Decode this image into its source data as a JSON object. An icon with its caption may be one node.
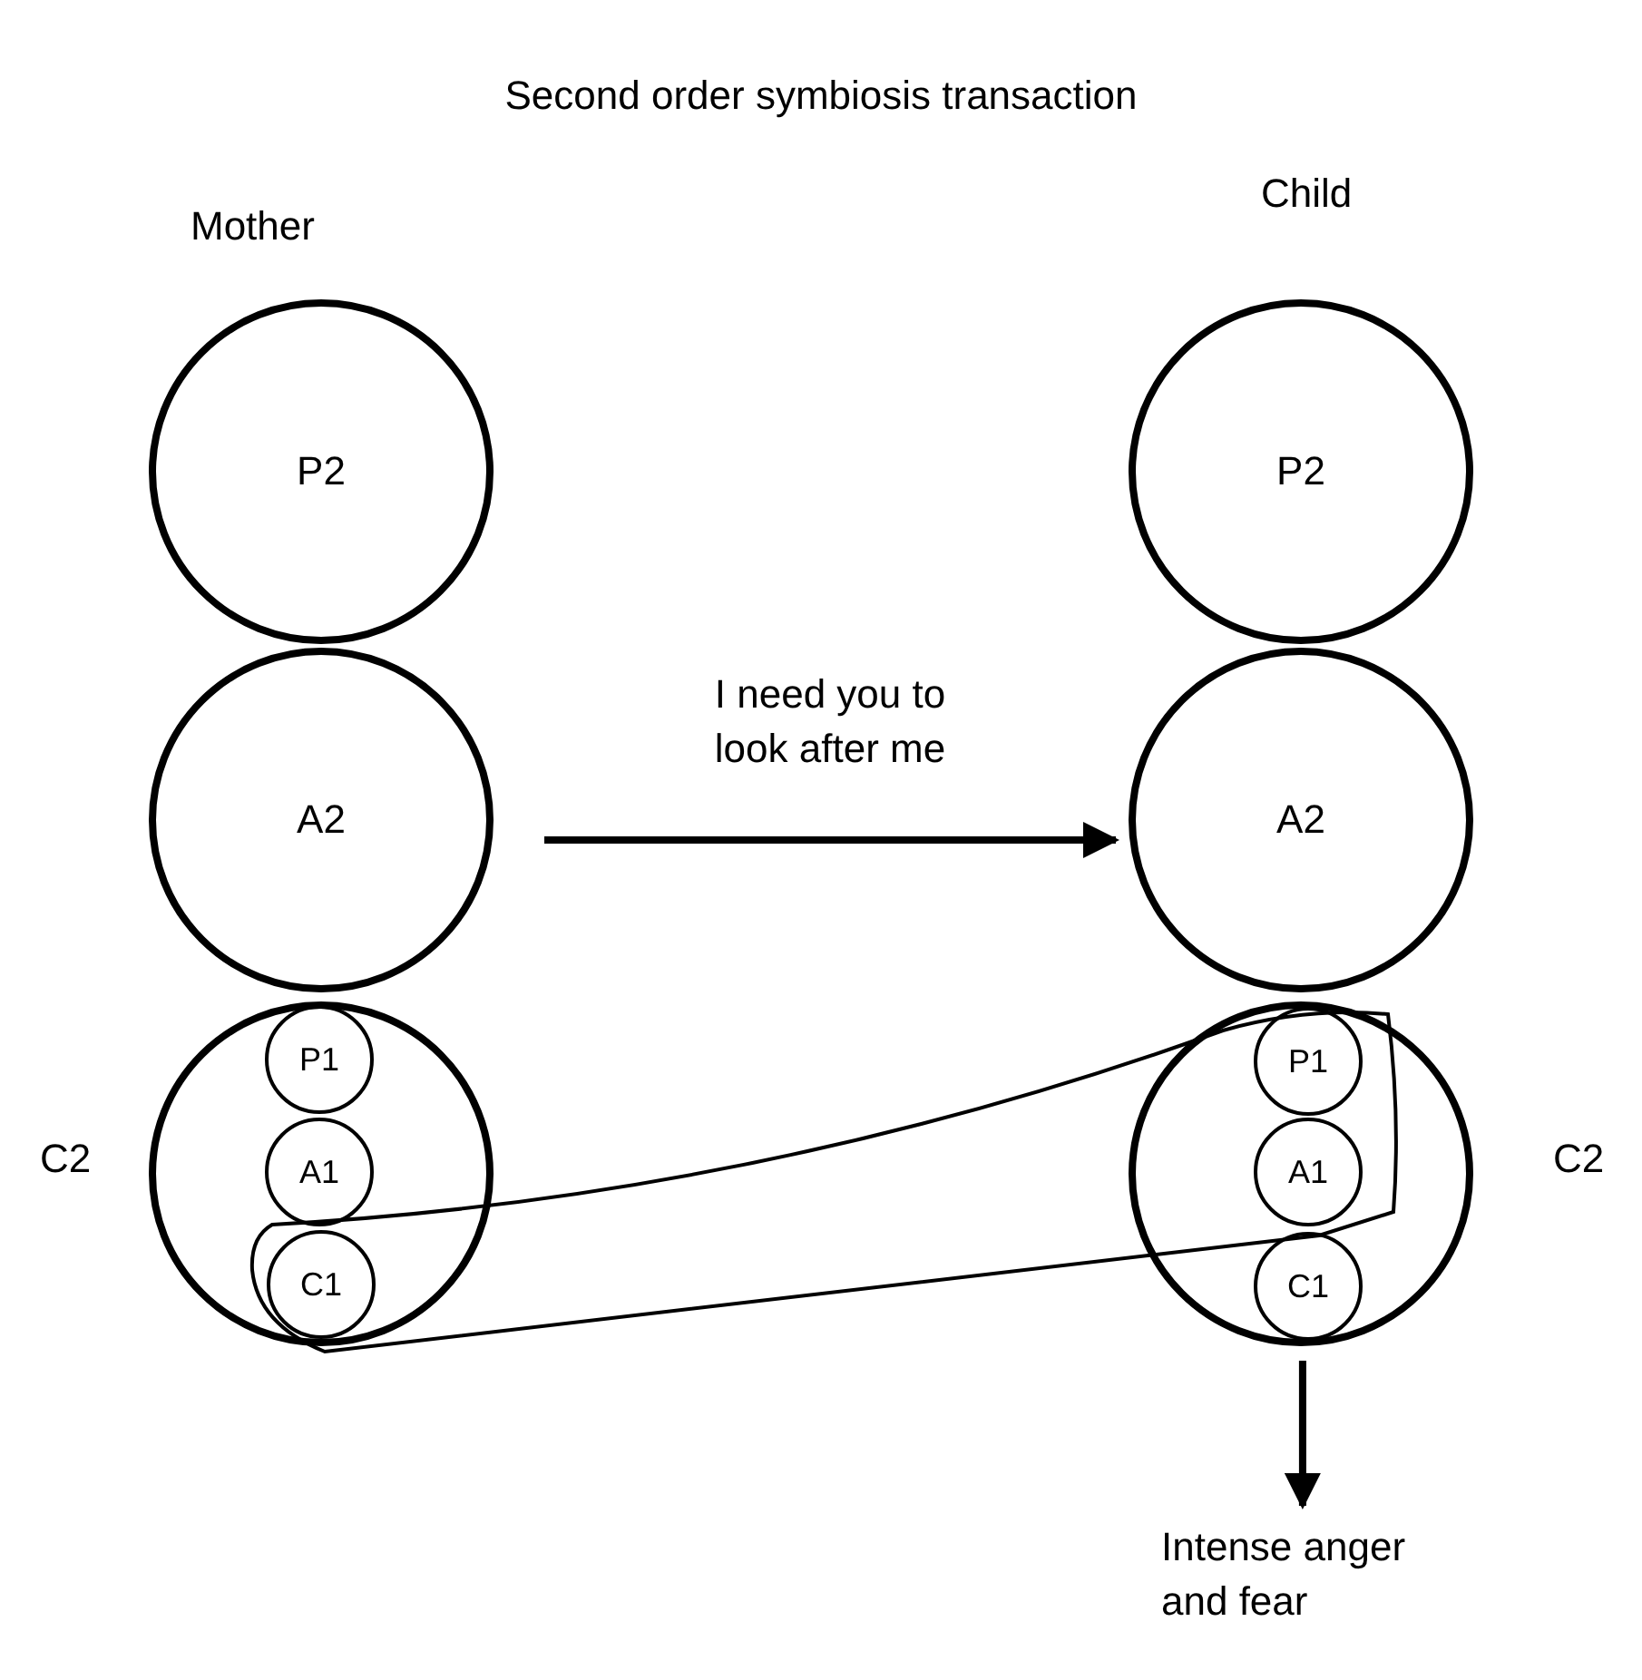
{
  "diagram": {
    "title": "Second order symbiosis transaction",
    "nodes": [
      {
        "text": [
          "P2"
        ]
      },
      {
        "text": [
          "A2"
        ]
      },
      {
        "text": [],
        "shape": "circle",
        "beside": [
          "C2"
        ]
      },
      {
        "text": [
          "P1"
        ],
        "in": 2
      },
      {
        "text": [
          "A1"
        ],
        "in": 2
      },
      {
        "text": [
          "C1"
        ],
        "in": 2
      },
      {
        "text": [
          "P2"
        ]
      },
      {
        "text": [
          "A2"
        ]
      },
      {
        "text": [],
        "shape": "circle",
        "beside": [
          "C2"
        ]
      },
      {
        "text": [
          "P1"
        ],
        "in": 8
      },
      {
        "text": [
          "A1"
        ],
        "in": 8
      },
      {
        "text": [
          "C1"
        ],
        "in": 8
      },
      {
        "text": [
          "Intense anger and fear"
        ]
      }
    ],
    "edges": [
      {
        "from": 1,
        "to": 7,
        "arrow": "to",
        "label": "I need you to look after me"
      },
      {
        "from": 8,
        "to": 12,
        "arrow": "to"
      }
    ],
    "labels": [
      "Mother",
      "Child"
    ]
  }
}
